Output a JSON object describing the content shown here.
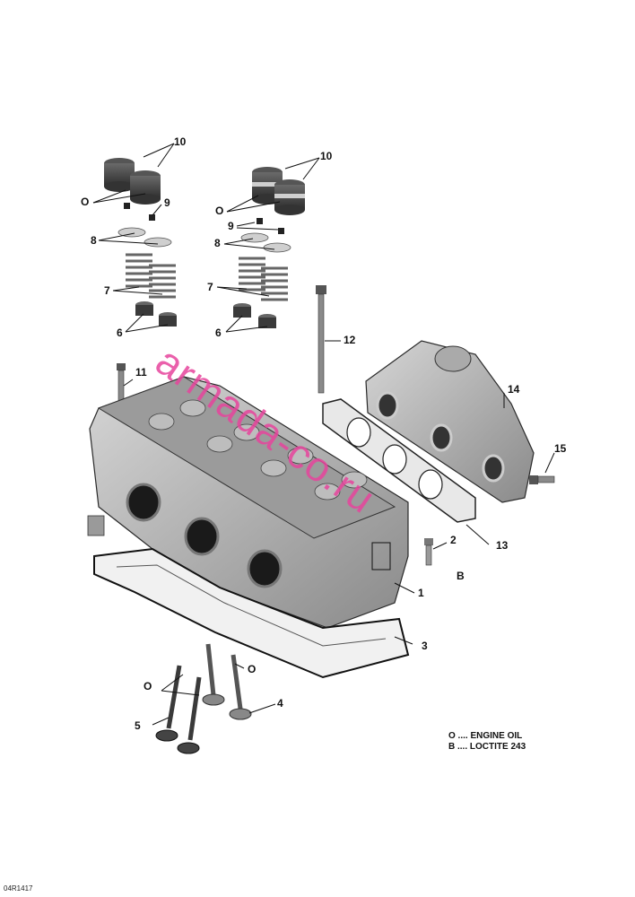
{
  "callouts": {
    "c10a": "10",
    "c10b": "10",
    "c9a": "9",
    "c9b": "9",
    "c8a": "8",
    "c8b": "8",
    "c7a": "7",
    "c7b": "7",
    "c6a": "6",
    "c6b": "6",
    "c0a": "O",
    "c0b": "O",
    "c0c": "O",
    "c0d": "O",
    "c12": "12",
    "c11": "11",
    "c14": "14",
    "c15": "15",
    "c2": "2",
    "cB": "B",
    "c13": "13",
    "c1": "1",
    "c3": "3",
    "c4": "4",
    "c5": "5"
  },
  "legend": {
    "engine_oil": "O .... ENGINE OIL",
    "loctite": "B .... LOCTITE 243"
  },
  "reference": "04R1417",
  "watermark": "armada-co.ru"
}
